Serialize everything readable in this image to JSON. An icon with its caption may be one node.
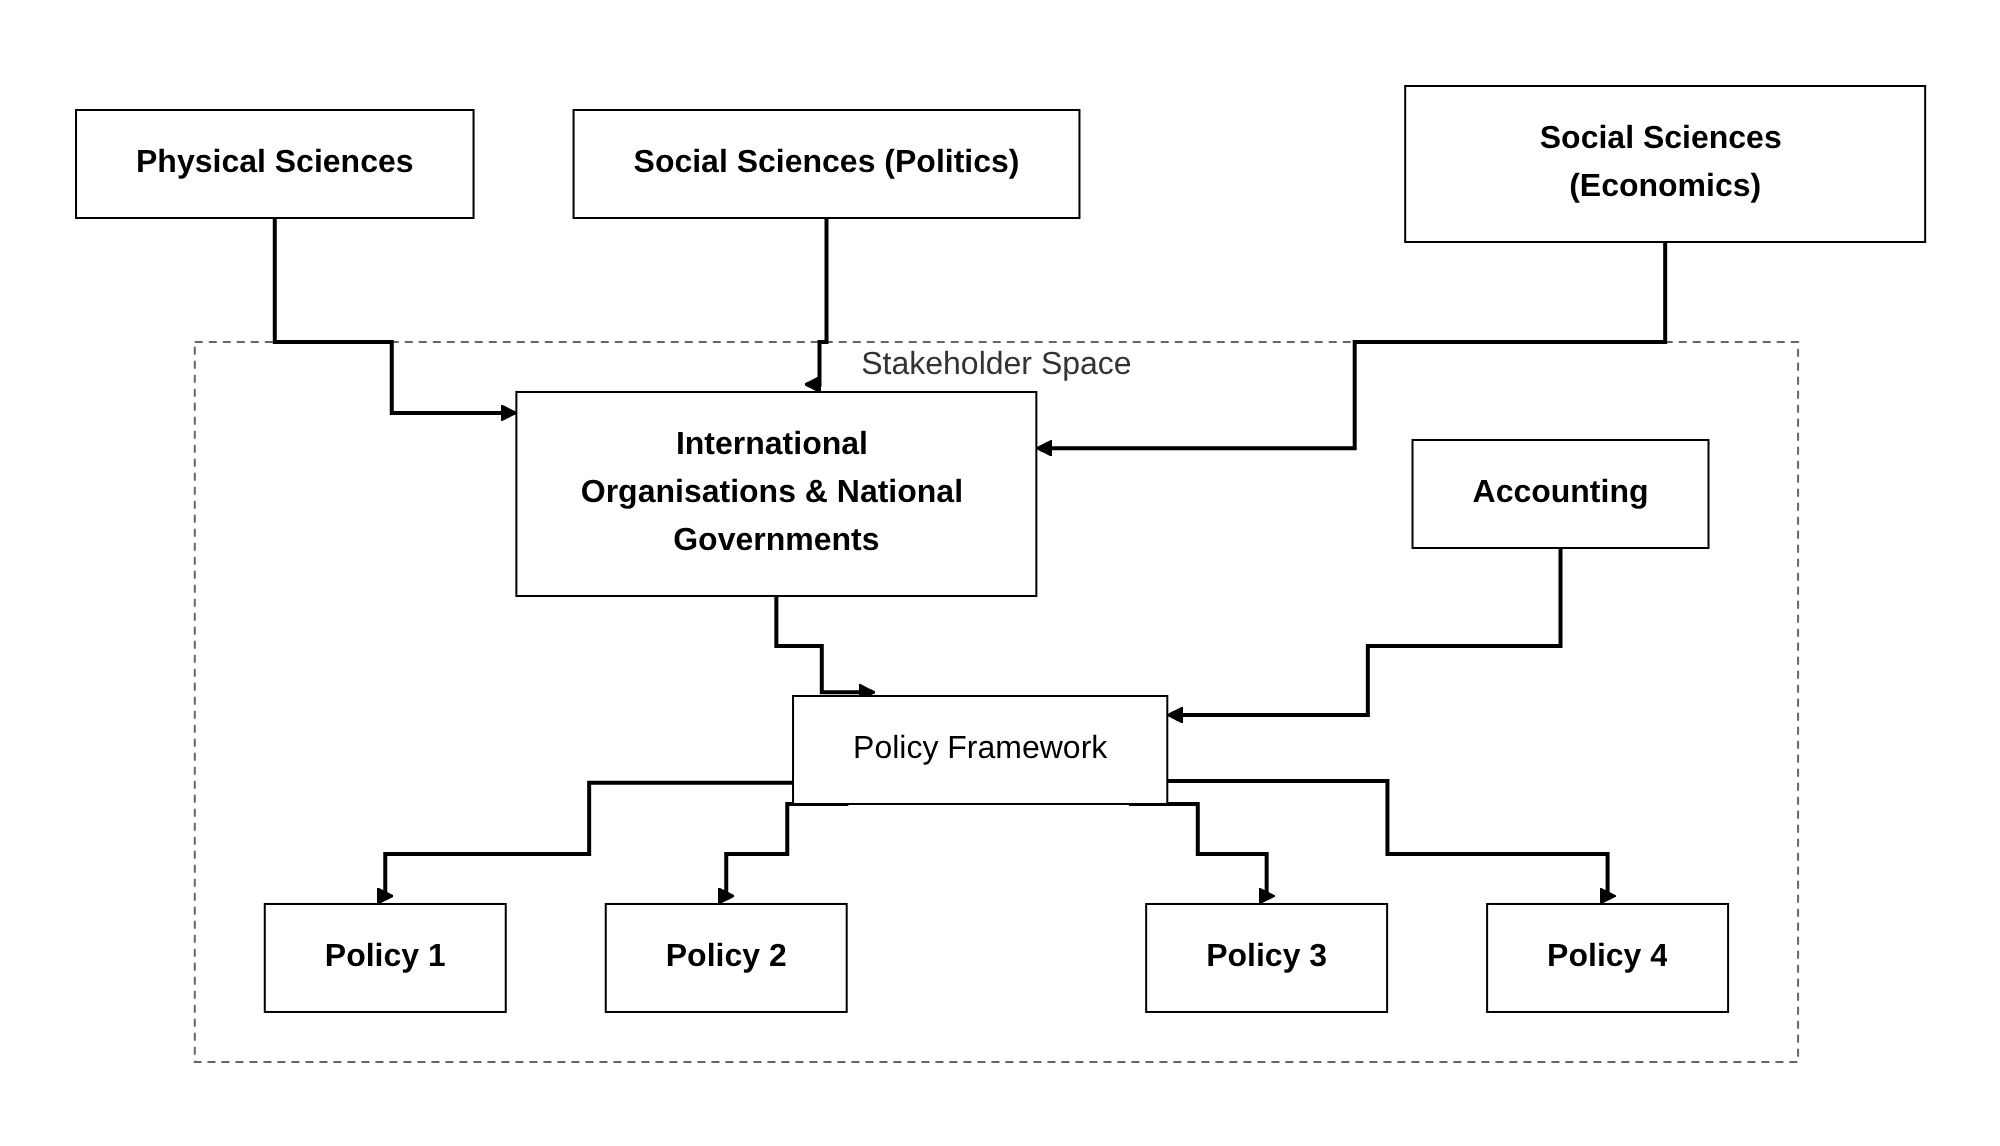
{
  "diagram": {
    "nodes": [
      {
        "text": [
          "Physical Sciences"
        ]
      },
      {
        "text": [
          "Social Sciences (Politics)"
        ]
      },
      {
        "text": [
          "Social Sciences (Economics)"
        ]
      },
      {
        "text": [
          "Stakeholder Space"
        ]
      },
      {
        "text": [
          "International Organisations & National Governments"
        ],
        "in": 3
      },
      {
        "text": [
          "Policy Framework"
        ],
        "in": 3
      },
      {
        "text": [
          "Accounting"
        ],
        "in": 3
      },
      {
        "text": [
          "Policy 1"
        ],
        "in": 3
      },
      {
        "text": [
          "Policy 2"
        ],
        "in": 3
      },
      {
        "text": [
          "Policy 3"
        ],
        "in": 3
      },
      {
        "text": [
          "Policy 4"
        ],
        "in": 3
      }
    ],
    "edges": [
      {
        "from": 0,
        "to": 4,
        "arrow": "to"
      },
      {
        "from": 1,
        "to": 4,
        "arrow": "to"
      },
      {
        "from": 2,
        "to": 4,
        "arrow": "to"
      },
      {
        "from": 4,
        "to": 5,
        "arrow": "to"
      },
      {
        "from": 6,
        "to": 5,
        "arrow": "to"
      },
      {
        "from": 5,
        "to": 7,
        "arrow": "to"
      },
      {
        "from": 5,
        "to": 8,
        "arrow": "to"
      },
      {
        "from": 5,
        "to": 9,
        "arrow": "to"
      },
      {
        "from": 5,
        "to": 10,
        "arrow": "to"
      }
    ]
  }
}
